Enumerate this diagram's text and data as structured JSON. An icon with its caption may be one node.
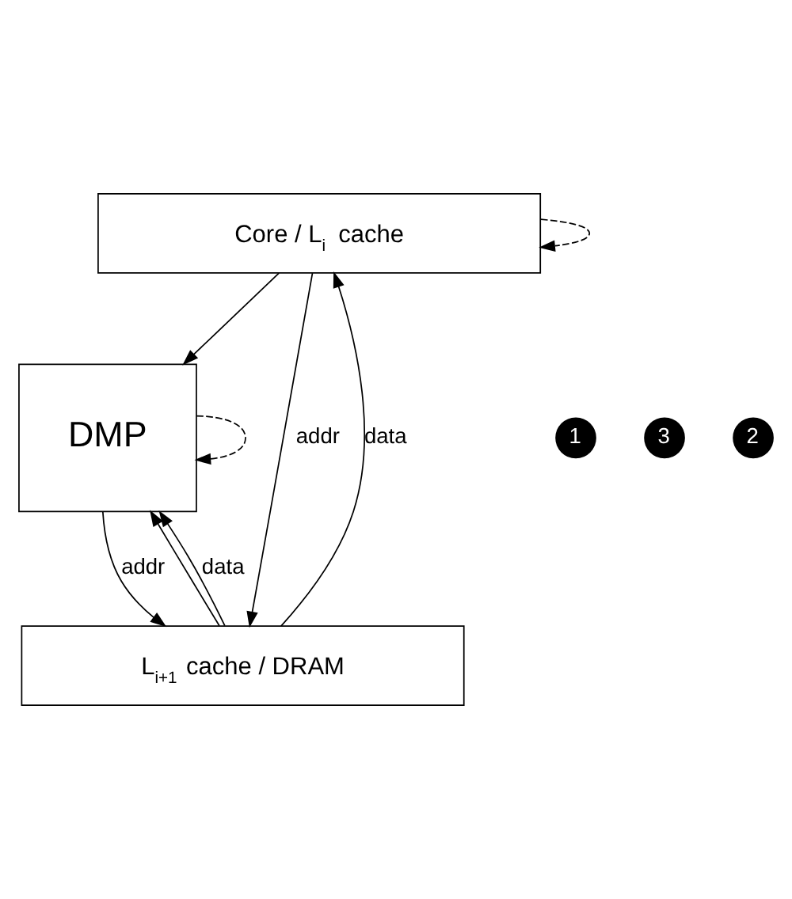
{
  "diagram": {
    "nodes": [
      {
        "text": [
          "Core / L$_{i}$ cache"
        ]
      },
      {
        "text": [
          "DMP"
        ]
      },
      {
        "text": [
          "L$_{i+1}$ cache / DRAM"
        ]
      },
      {
        "text": [
          "1"
        ]
      },
      {
        "text": [
          "3"
        ]
      },
      {
        "text": [
          "2"
        ]
      }
    ],
    "edges": [
      {
        "from": 0,
        "to": 2,
        "arrow": "to",
        "label": "addr"
      },
      {
        "from": 2,
        "to": 0,
        "arrow": "to",
        "label": "data"
      },
      {
        "from": 0,
        "to": 0,
        "arrow": "to",
        "style": "dashed"
      },
      {
        "from": 0,
        "to": 1,
        "arrow": "to"
      },
      {
        "from": 2,
        "to": 1,
        "arrow": "to"
      },
      {
        "from": 1,
        "to": 1,
        "arrow": "to",
        "style": "dashed"
      },
      {
        "from": 1,
        "to": 2,
        "arrow": "to",
        "label": "addr"
      },
      {
        "from": 2,
        "to": 1,
        "arrow": "to",
        "label": "data"
      }
    ]
  }
}
